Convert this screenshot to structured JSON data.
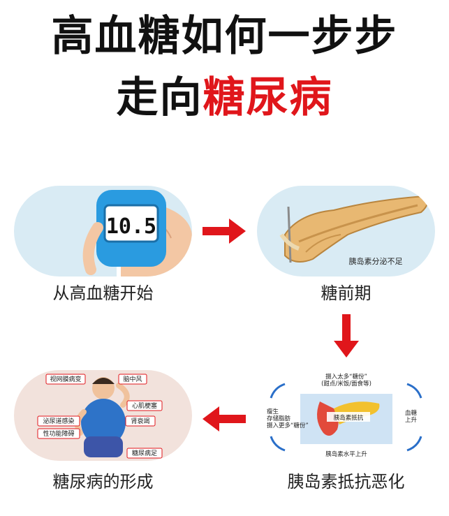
{
  "title": {
    "line1": "高血糖如何一步步",
    "line2_prefix": "走向",
    "line2_highlight": "糖尿病"
  },
  "colors": {
    "highlight": "#e0161b",
    "arrow": "#e0161b",
    "card_bg": "#d9ebf4"
  },
  "steps": [
    {
      "caption": "从高血糖开始",
      "meter_value": "10.5"
    },
    {
      "caption": "糖前期",
      "label": "胰岛素分泌不足"
    },
    {
      "caption": "胰岛素抵抗恶化",
      "top_label": "摄入太多“糖份”",
      "top_sub": "(甜点/米饭/面食等)",
      "left_line1": "瘦生",
      "left_line2": "存储脂肪",
      "left_line3": "摄入更多“糖份”",
      "center_label": "胰岛素抵抗",
      "right_line1": "血糖",
      "right_line2": "上升",
      "bottom_label": "胰岛素水平上升"
    },
    {
      "caption": "糖尿病的形成",
      "tags": [
        "视网膜病变",
        "脑中风",
        "心肌梗塞",
        "泌尿道感染",
        "肾衰竭",
        "性功能障碍",
        "糖尿病足"
      ]
    }
  ],
  "arrows": [
    "right-arrow-icon",
    "down-arrow-icon",
    "left-arrow-icon"
  ]
}
